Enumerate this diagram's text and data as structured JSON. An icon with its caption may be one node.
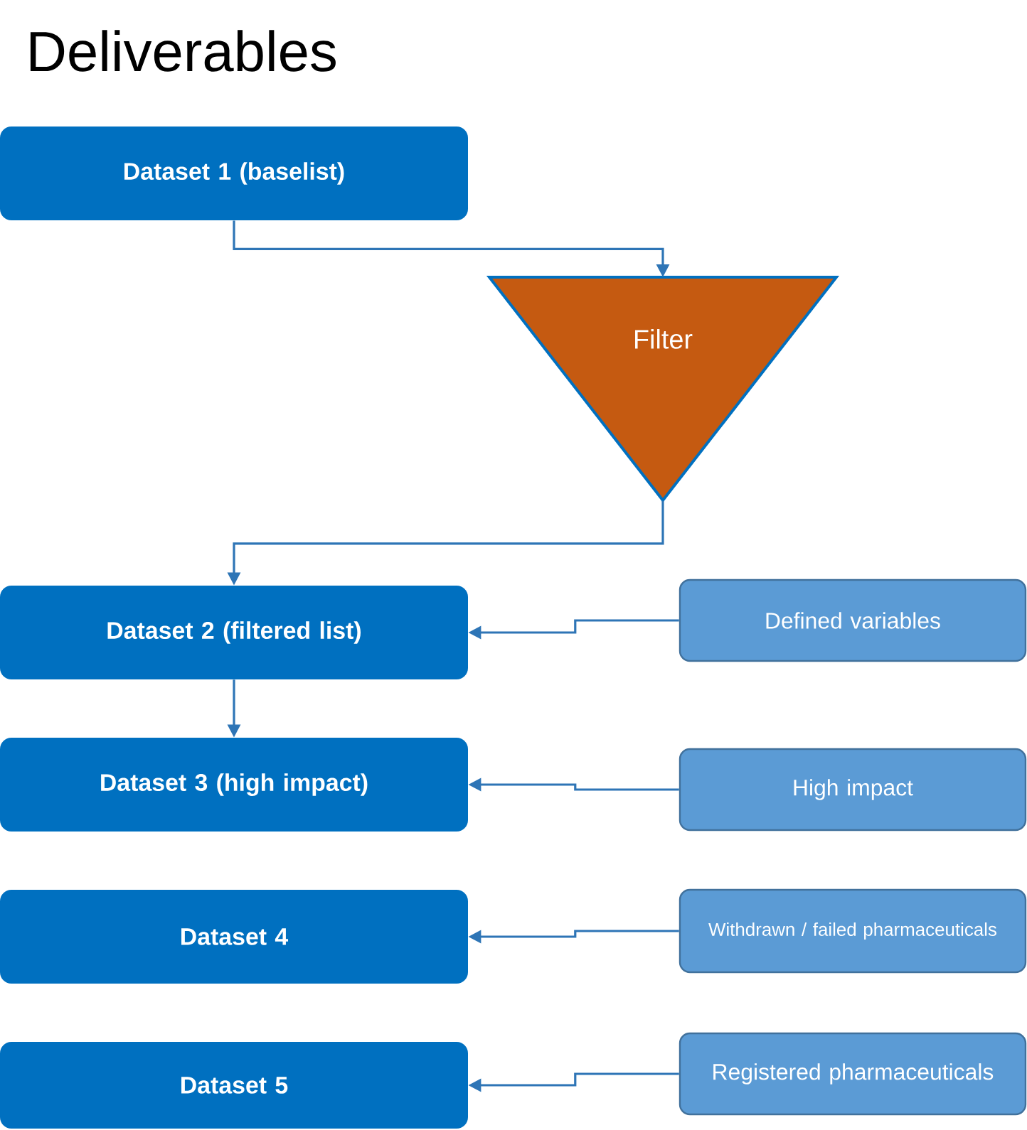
{
  "diagram": {
    "title": "Deliverables",
    "nodes": [
      {
        "text": [
          "Dataset 1 (baselist)"
        ]
      },
      {
        "text": [
          "Filter"
        ]
      },
      {
        "text": [
          "Dataset 2 (filtered list)"
        ]
      },
      {
        "text": [
          "Defined variables"
        ]
      },
      {
        "text": [
          "Dataset 3 (high impact)"
        ]
      },
      {
        "text": [
          "High impact"
        ]
      },
      {
        "text": [
          "Dataset 4"
        ]
      },
      {
        "text": [
          "Withdrawn / failed pharmaceuticals"
        ]
      },
      {
        "text": [
          "Dataset 5"
        ]
      },
      {
        "text": [
          "Registered pharmaceuticals"
        ]
      }
    ],
    "edges": [
      {
        "from": 0,
        "to": 1,
        "arrow": "to"
      },
      {
        "from": 1,
        "to": 2,
        "arrow": "to"
      },
      {
        "from": 3,
        "to": 2,
        "arrow": "to"
      },
      {
        "from": 2,
        "to": 4,
        "arrow": "to"
      },
      {
        "from": 5,
        "to": 4,
        "arrow": "to"
      },
      {
        "from": 7,
        "to": 6,
        "arrow": "to"
      },
      {
        "from": 9,
        "to": 8,
        "arrow": "to"
      }
    ]
  }
}
